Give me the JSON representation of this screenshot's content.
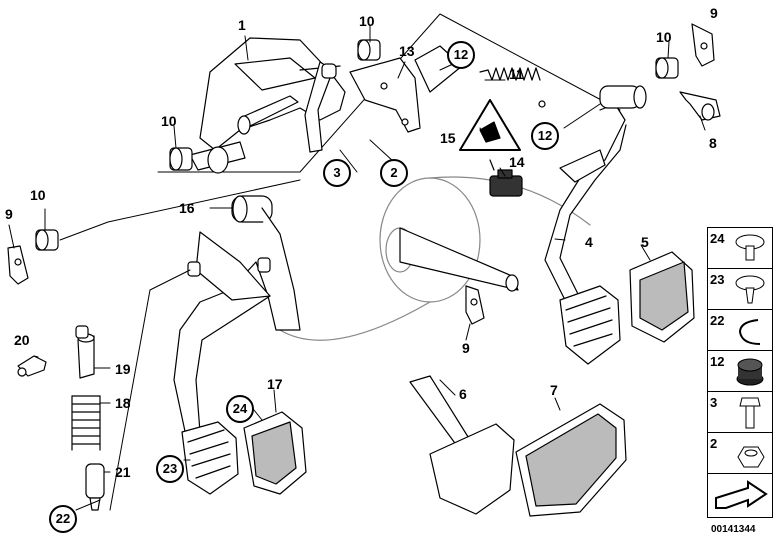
{
  "callouts": {
    "c1": "1",
    "c2": "2",
    "c3": "3",
    "c4": "4",
    "c5": "5",
    "c6": "6",
    "c7": "7",
    "c8": "8",
    "c9a": "9",
    "c9b": "9",
    "c9c": "9",
    "c10a": "10",
    "c10b": "10",
    "c10c": "10",
    "c10d": "10",
    "c11": "11",
    "c12a": "12",
    "c12b": "12",
    "c13": "13",
    "c14": "14",
    "c15": "15",
    "c16": "16",
    "c17": "17",
    "c18": "18",
    "c19": "19",
    "c20": "20",
    "c21": "21",
    "c22": "22",
    "c23": "23",
    "c24": "24"
  },
  "legend": {
    "items": [
      {
        "num": "24",
        "part": "clip-rivet"
      },
      {
        "num": "23",
        "part": "expanding-rivet"
      },
      {
        "num": "22",
        "part": "retaining-clip"
      },
      {
        "num": "12",
        "part": "rubber-buffer"
      },
      {
        "num": "3",
        "part": "hex-bolt"
      },
      {
        "num": "2",
        "part": "hex-nut"
      },
      {
        "num": "",
        "part": "direction-arrow"
      }
    ]
  },
  "doc_id": "00141344"
}
